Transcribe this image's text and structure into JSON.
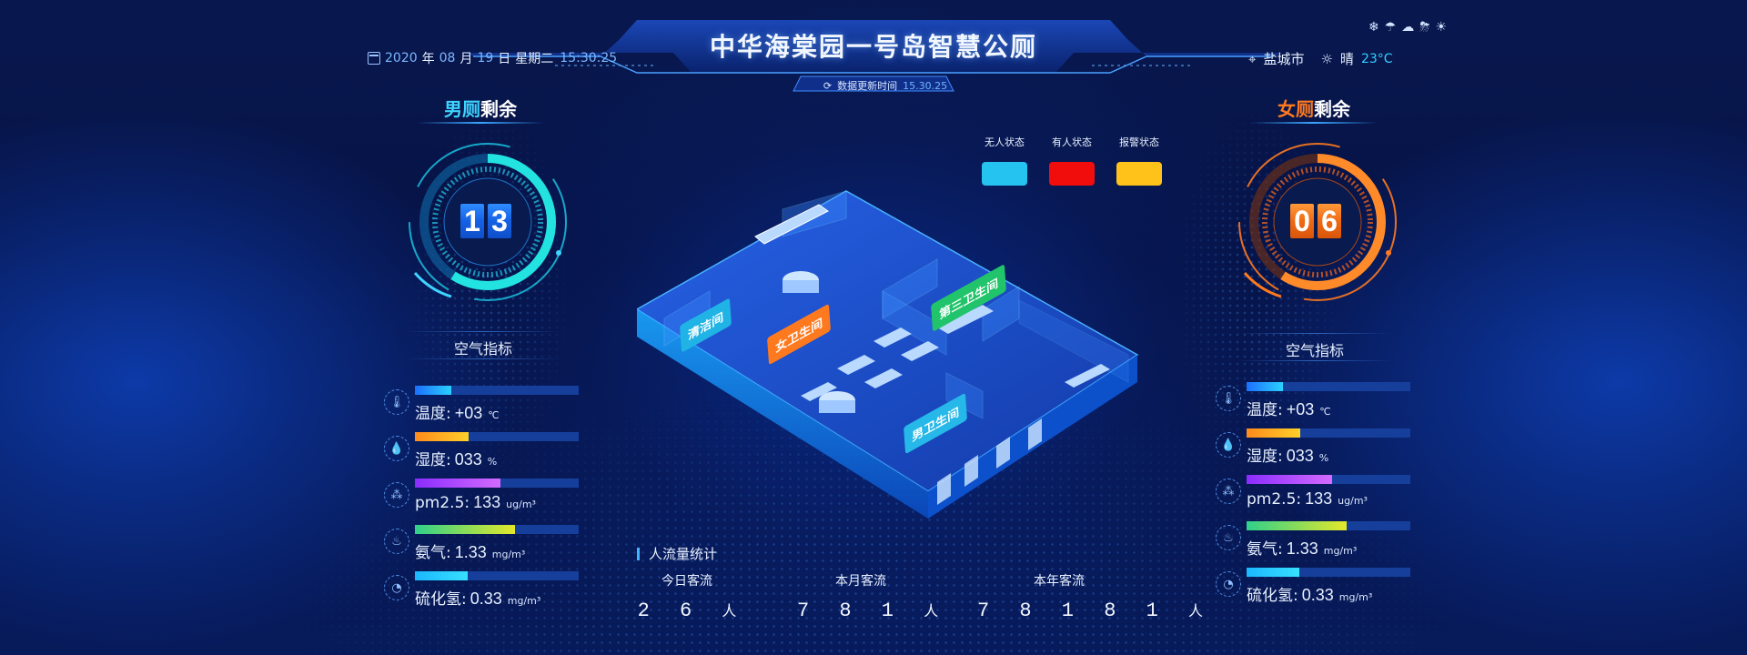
{
  "header": {
    "title": "中华海棠园一号岛智慧公厕",
    "update_label": "数据更新时间",
    "update_time": "15.30.25",
    "date": {
      "year": "2020",
      "year_label": "年",
      "month": "08",
      "month_label": "月",
      "day": "19",
      "day_label": "日",
      "weekday": "星期二",
      "time": "15:30:25"
    },
    "location": "盐城市",
    "weather": "晴",
    "temperature": "23°C",
    "weather_icons": [
      "❄",
      "☂",
      "☁",
      "⛈",
      "☀"
    ]
  },
  "male": {
    "title_gender": "男厕",
    "title_suffix": "剩余",
    "remaining": [
      "1",
      "3"
    ],
    "accent": "#3fd3ff"
  },
  "female": {
    "title_gender": "女厕",
    "title_suffix": "剩余",
    "remaining": [
      "0",
      "6"
    ],
    "accent": "#ff7a1f"
  },
  "air_title": "空气指标",
  "air_left": [
    {
      "label": "温度:",
      "value": "+03",
      "unit": "℃",
      "level": 0.22,
      "color": "linear-gradient(90deg,#1c6fff,#2ad1ff)",
      "icon": "thermometer-icon",
      "glyph": "🌡"
    },
    {
      "label": "湿度:",
      "value": "033",
      "unit": "%",
      "level": 0.33,
      "color": "linear-gradient(90deg,#ff8a1c,#ffd02a)",
      "icon": "humidity-icon",
      "glyph": "💧"
    },
    {
      "label": "pm2.5:",
      "value": "133",
      "unit": "ug/m³",
      "level": 0.52,
      "color": "linear-gradient(90deg,#8a2cff,#d46bff)",
      "icon": "pm25-icon",
      "glyph": "⁂"
    },
    {
      "label": "氨气:",
      "value": "1.33",
      "unit": "mg/m³",
      "level": 0.61,
      "color": "linear-gradient(90deg,#2fd08a,#e3e82a)",
      "icon": "ammonia-icon",
      "glyph": "♨"
    },
    {
      "label": "硫化氢:",
      "value": "0.33",
      "unit": "mg/m³",
      "level": 0.32,
      "color": "linear-gradient(90deg,#1bb7ff,#37e0ff)",
      "icon": "h2s-icon",
      "glyph": "◔"
    }
  ],
  "air_right": [
    {
      "label": "温度:",
      "value": "+03",
      "unit": "℃",
      "level": 0.22,
      "color": "linear-gradient(90deg,#1c6fff,#2ad1ff)",
      "icon": "thermometer-icon",
      "glyph": "🌡"
    },
    {
      "label": "湿度:",
      "value": "033",
      "unit": "%",
      "level": 0.33,
      "color": "linear-gradient(90deg,#ff8a1c,#ffd02a)",
      "icon": "humidity-icon",
      "glyph": "💧"
    },
    {
      "label": "pm2.5:",
      "value": "133",
      "unit": "ug/m³",
      "level": 0.52,
      "color": "linear-gradient(90deg,#8a2cff,#d46bff)",
      "icon": "pm25-icon",
      "glyph": "⁂"
    },
    {
      "label": "氨气:",
      "value": "1.33",
      "unit": "mg/m³",
      "level": 0.61,
      "color": "linear-gradient(90deg,#2fd08a,#e3e82a)",
      "icon": "ammonia-icon",
      "glyph": "♨"
    },
    {
      "label": "硫化氢:",
      "value": "0.33",
      "unit": "mg/m³",
      "level": 0.32,
      "color": "linear-gradient(90deg,#1bb7ff,#37e0ff)",
      "icon": "h2s-icon",
      "glyph": "◔"
    }
  ],
  "legend": [
    {
      "label": "无人状态",
      "color": "#24c3f0"
    },
    {
      "label": "有人状态",
      "color": "#f20d0d"
    },
    {
      "label": "报警状态",
      "color": "#ffc21a"
    }
  ],
  "rooms": {
    "cleaning": "清洁间",
    "female": "女卫生间",
    "third": "第三卫生间",
    "male": "男卫生间"
  },
  "traffic": {
    "title": "人流量统计",
    "items": [
      {
        "label": "今日客流",
        "digits": "2 6",
        "unit": "人"
      },
      {
        "label": "本月客流",
        "digits": "7 8 1",
        "unit": "人"
      },
      {
        "label": "本年客流",
        "digits": "7 8 1 8 1",
        "unit": "人"
      }
    ]
  }
}
